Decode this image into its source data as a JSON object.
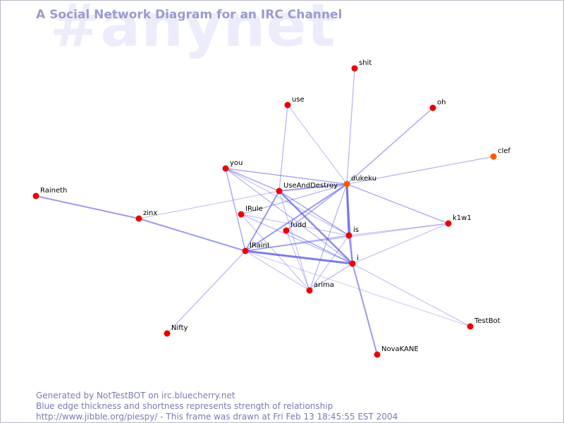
{
  "watermark": "#anynet",
  "title": "A Social Network Diagram for an IRC Channel",
  "colors": {
    "background": "#ffffff",
    "title": "#9b9bd0",
    "watermark": "#ececfb",
    "edge": "#5a5ae6",
    "node": "#ee0000",
    "node_highlight": "#ff5a00",
    "footer": "#7a7ab6"
  },
  "nodes": [
    {
      "id": "shit",
      "label": "shit"
    },
    {
      "id": "use",
      "label": "use"
    },
    {
      "id": "oh",
      "label": "oh"
    },
    {
      "id": "clef",
      "label": "clef",
      "highlight": true
    },
    {
      "id": "dukeku",
      "label": "dukeku",
      "highlight": true
    },
    {
      "id": "you",
      "label": "you"
    },
    {
      "id": "UseAndDestroy",
      "label": "UseAndDestroy"
    },
    {
      "id": "Raineth",
      "label": "Raineth"
    },
    {
      "id": "zinx",
      "label": "zinx"
    },
    {
      "id": "IRule",
      "label": "IRule"
    },
    {
      "id": "fudd",
      "label": "fudd"
    },
    {
      "id": "is",
      "label": "is"
    },
    {
      "id": "k1w1",
      "label": "k1w1"
    },
    {
      "id": "IRainl",
      "label": "IRainI"
    },
    {
      "id": "i",
      "label": "i"
    },
    {
      "id": "arima",
      "label": "arima"
    },
    {
      "id": "Nifty",
      "label": "Nifty"
    },
    {
      "id": "TestBot",
      "label": "TestBot"
    },
    {
      "id": "NovaKANE",
      "label": "NovaKANE"
    }
  ],
  "edges": [
    {
      "from": "dukeku",
      "to": "shit",
      "strength": 1.2
    },
    {
      "from": "dukeku",
      "to": "oh",
      "strength": 1.5
    },
    {
      "from": "dukeku",
      "to": "clef",
      "strength": 1.2
    },
    {
      "from": "dukeku",
      "to": "k1w1",
      "strength": 1.4
    },
    {
      "from": "dukeku",
      "to": "UseAndDestroy",
      "strength": 2
    },
    {
      "from": "dukeku",
      "to": "you",
      "strength": 1.5
    },
    {
      "from": "dukeku",
      "to": "is",
      "strength": 3
    },
    {
      "from": "dukeku",
      "to": "i",
      "strength": 1.5
    },
    {
      "from": "dukeku",
      "to": "IRainl",
      "strength": 2
    },
    {
      "from": "dukeku",
      "to": "fudd",
      "strength": 1.5
    },
    {
      "from": "dukeku",
      "to": "arima",
      "strength": 1.2
    },
    {
      "from": "dukeku",
      "to": "IRule",
      "strength": 1.2
    },
    {
      "from": "use",
      "to": "UseAndDestroy",
      "strength": 1.2
    },
    {
      "from": "use",
      "to": "dukeku",
      "strength": 1
    },
    {
      "from": "you",
      "to": "UseAndDestroy",
      "strength": 1.5
    },
    {
      "from": "you",
      "to": "IRainl",
      "strength": 1.5
    },
    {
      "from": "you",
      "to": "i",
      "strength": 1.2
    },
    {
      "from": "you",
      "to": "is",
      "strength": 1
    },
    {
      "from": "UseAndDestroy",
      "to": "i",
      "strength": 2.5
    },
    {
      "from": "UseAndDestroy",
      "to": "IRainl",
      "strength": 2
    },
    {
      "from": "UseAndDestroy",
      "to": "is",
      "strength": 1.5
    },
    {
      "from": "UseAndDestroy",
      "to": "arima",
      "strength": 1
    },
    {
      "from": "UseAndDestroy",
      "to": "zinx",
      "strength": 1
    },
    {
      "from": "Raineth",
      "to": "zinx",
      "strength": 2
    },
    {
      "from": "zinx",
      "to": "IRainl",
      "strength": 2
    },
    {
      "from": "IRule",
      "to": "i",
      "strength": 1.2
    },
    {
      "from": "IRule",
      "to": "is",
      "strength": 1
    },
    {
      "from": "IRule",
      "to": "arima",
      "strength": 1
    },
    {
      "from": "fudd",
      "to": "i",
      "strength": 1.5
    },
    {
      "from": "fudd",
      "to": "arima",
      "strength": 1
    },
    {
      "from": "IRainl",
      "to": "i",
      "strength": 3
    },
    {
      "from": "IRainl",
      "to": "is",
      "strength": 1.5
    },
    {
      "from": "IRainl",
      "to": "Nifty",
      "strength": 1.2
    },
    {
      "from": "IRainl",
      "to": "k1w1",
      "strength": 1
    },
    {
      "from": "IRainl",
      "to": "arima",
      "strength": 1
    },
    {
      "from": "is",
      "to": "i",
      "strength": 2
    },
    {
      "from": "is",
      "to": "k1w1",
      "strength": 1
    },
    {
      "from": "is",
      "to": "arima",
      "strength": 1
    },
    {
      "from": "i",
      "to": "arima",
      "strength": 1.2
    },
    {
      "from": "i",
      "to": "k1w1",
      "strength": 1
    },
    {
      "from": "i",
      "to": "TestBot",
      "strength": 1
    },
    {
      "from": "i",
      "to": "NovaKANE",
      "strength": 2
    },
    {
      "from": "IRainl",
      "to": "TestBot",
      "strength": 0.8
    }
  ],
  "footer": {
    "line1": "Generated by NotTestBOT on irc.bluecherry.net",
    "line2": "Blue edge thickness and shortness represents strength of relationship",
    "line3": "http://www.jibble.org/piespy/ - This frame was drawn at Fri Feb 13 18:45:55 EST 2004"
  }
}
